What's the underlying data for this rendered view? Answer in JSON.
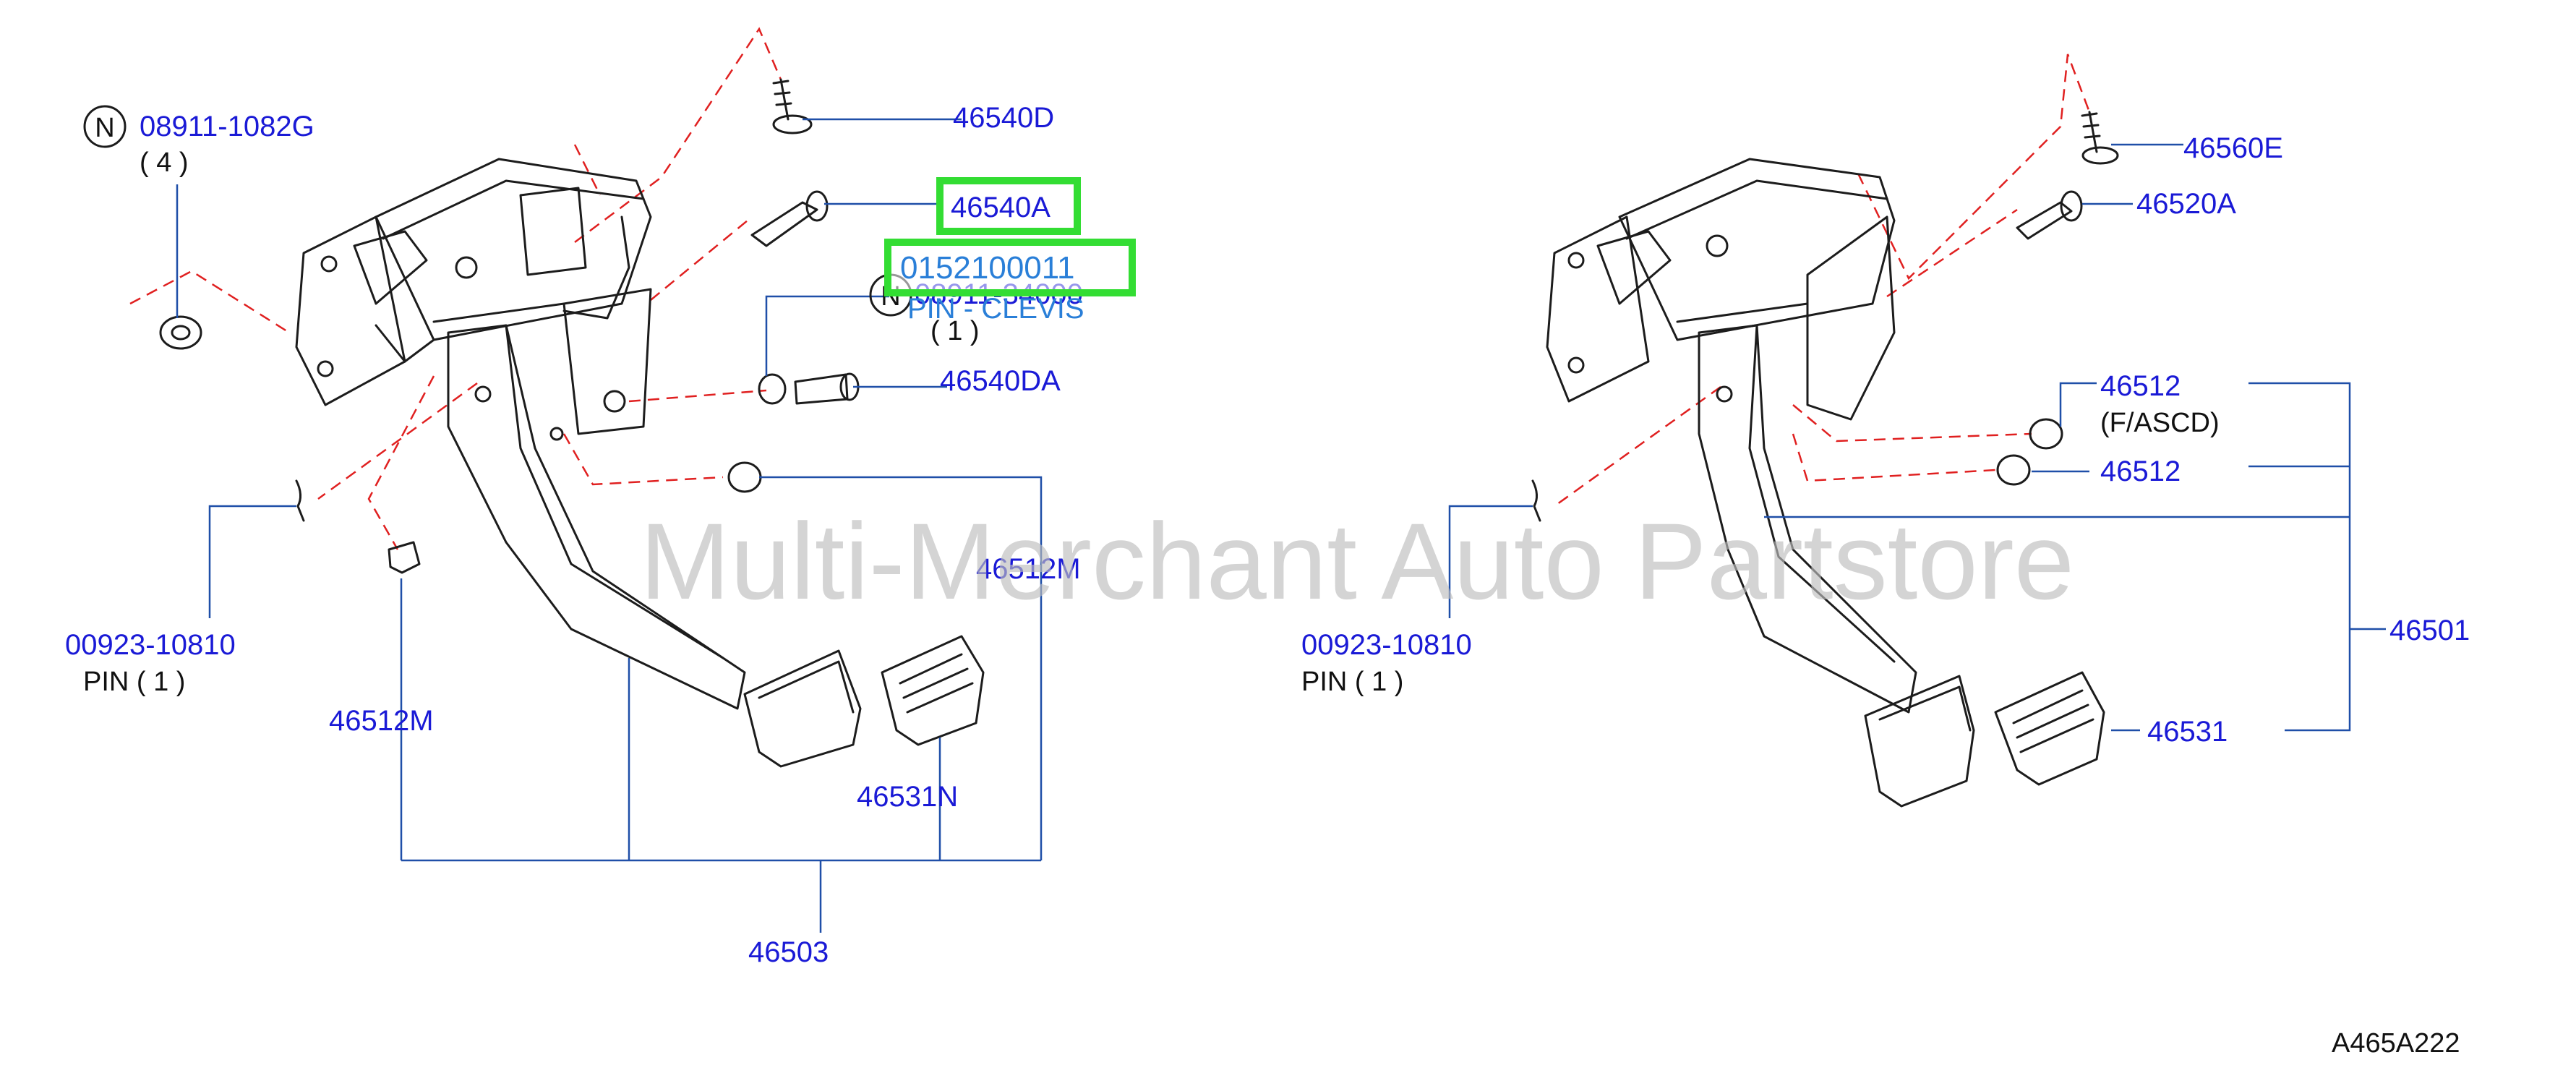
{
  "watermark": "Multi-Merchant Auto Partstore",
  "diagram_code": "A465A222",
  "left": {
    "n_mark": "N",
    "nut_part": "08911-1082G",
    "nut_qty": "(   4    )",
    "bolt_top": "46540D",
    "bolt_pin": "46540A",
    "highlight_part": "0152100011",
    "highlight_desc": "PIN - CLEVIS",
    "n_mark_2": "N",
    "nut_part_2": "08911-34000",
    "nut_qty_2": "(   1   )",
    "pin_bolt": "46540DA",
    "clip_part": "46512M",
    "stopper_part": "46512M",
    "pin_part": "00923-10810",
    "pin_text": "PIN   (  1  )",
    "pad_part": "46531N",
    "assembly_part": "46503"
  },
  "right": {
    "bolt_top": "46560E",
    "bolt_pin": "46520A",
    "switch_part": "46512",
    "switch_note": "(F/ASCD)",
    "stopper_part": "46512",
    "assembly_part": "46501",
    "pin_part": "00923-10810",
    "pin_text": "PIN      (  1  )",
    "pad_part": "46531"
  }
}
